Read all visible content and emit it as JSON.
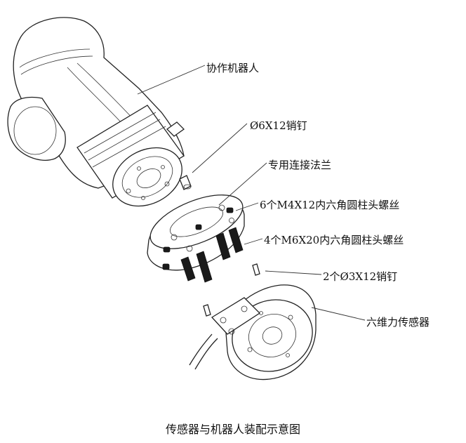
{
  "labels": {
    "robot": "协作机器人",
    "pin_6x12": "Ø6X12销钉",
    "flange": "专用连接法兰",
    "screws_m4": "6个M4X12内六角圆柱头螺丝",
    "screws_m6": "4个M6X20内六角圆柱头螺丝",
    "pins_3x12": "2个Ø3X12销钉",
    "sensor": "六维力传感器"
  },
  "caption": "传感器与机器人装配示意图"
}
